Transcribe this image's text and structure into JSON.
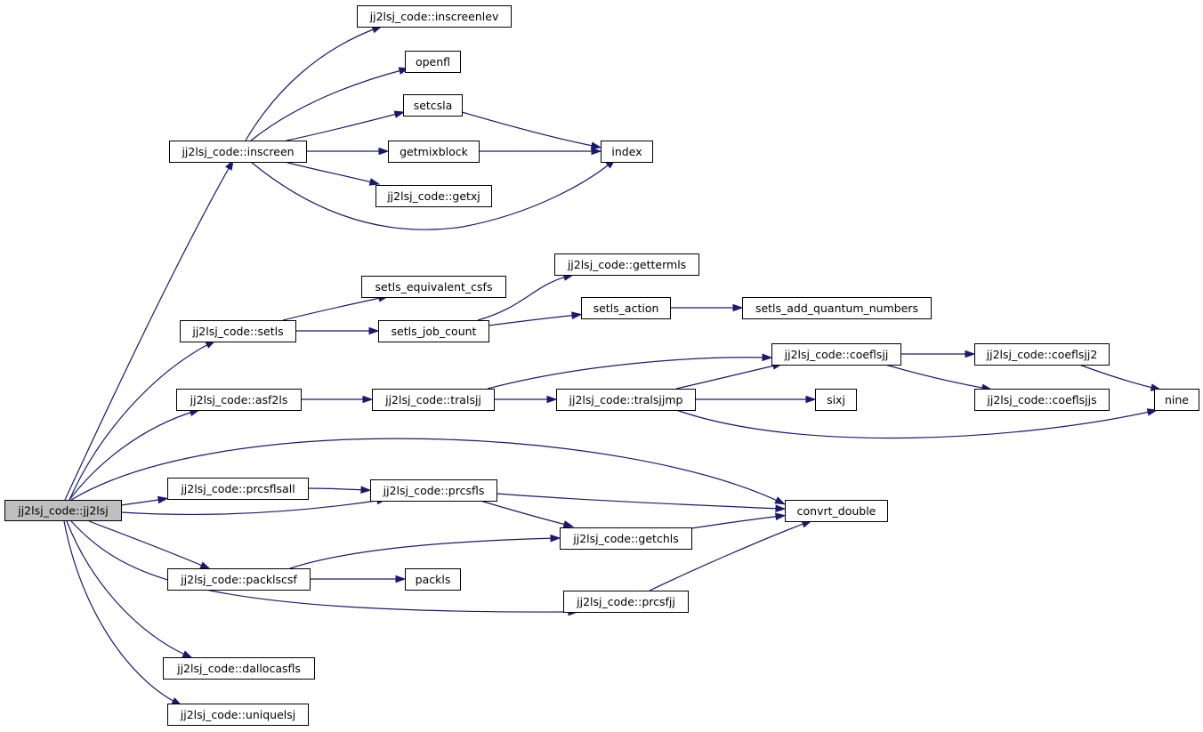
{
  "graph": {
    "nodes": [
      {
        "id": "jj2lsj",
        "label": "jj2lsj_code::jj2lsj",
        "root": true
      },
      {
        "id": "inscreenlev",
        "label": "jj2lsj_code::inscreenlev"
      },
      {
        "id": "openfl",
        "label": "openfl"
      },
      {
        "id": "setcsla",
        "label": "setcsla"
      },
      {
        "id": "inscreen",
        "label": "jj2lsj_code::inscreen"
      },
      {
        "id": "getmixblock",
        "label": "getmixblock"
      },
      {
        "id": "index",
        "label": "index"
      },
      {
        "id": "getxj",
        "label": "jj2lsj_code::getxj"
      },
      {
        "id": "gettermls",
        "label": "jj2lsj_code::gettermls"
      },
      {
        "id": "setls_equivalent_csfs",
        "label": "setls_equivalent_csfs"
      },
      {
        "id": "setls_action",
        "label": "setls_action"
      },
      {
        "id": "setls_add_quantum_numbers",
        "label": "setls_add_quantum_numbers"
      },
      {
        "id": "setls",
        "label": "jj2lsj_code::setls"
      },
      {
        "id": "setls_job_count",
        "label": "setls_job_count"
      },
      {
        "id": "coeflsjj",
        "label": "jj2lsj_code::coeflsjj"
      },
      {
        "id": "coeflsjj2",
        "label": "jj2lsj_code::coeflsjj2"
      },
      {
        "id": "asf2ls",
        "label": "jj2lsj_code::asf2ls"
      },
      {
        "id": "tralsjj",
        "label": "jj2lsj_code::tralsjj"
      },
      {
        "id": "tralsjjmp",
        "label": "jj2lsj_code::tralsjjmp"
      },
      {
        "id": "sixj",
        "label": "sixj"
      },
      {
        "id": "coeflsjjs",
        "label": "jj2lsj_code::coeflsjjs"
      },
      {
        "id": "nine",
        "label": "nine"
      },
      {
        "id": "prcsflsall",
        "label": "jj2lsj_code::prcsflsall"
      },
      {
        "id": "prcsfls",
        "label": "jj2lsj_code::prcsfls"
      },
      {
        "id": "convrt_double",
        "label": "convrt_double"
      },
      {
        "id": "getchls",
        "label": "jj2lsj_code::getchls"
      },
      {
        "id": "packlscsf",
        "label": "jj2lsj_code::packlscsf"
      },
      {
        "id": "packls",
        "label": "packls"
      },
      {
        "id": "prcsfjj",
        "label": "jj2lsj_code::prcsfjj"
      },
      {
        "id": "dallocasfls",
        "label": "jj2lsj_code::dallocasfls"
      },
      {
        "id": "uniquelsj",
        "label": "jj2lsj_code::uniquelsj"
      }
    ],
    "edges": [
      [
        "jj2lsj",
        "inscreen"
      ],
      [
        "jj2lsj",
        "setls"
      ],
      [
        "jj2lsj",
        "asf2ls"
      ],
      [
        "jj2lsj",
        "convrt_double"
      ],
      [
        "jj2lsj",
        "prcsflsall"
      ],
      [
        "jj2lsj",
        "prcsfls"
      ],
      [
        "jj2lsj",
        "packlscsf"
      ],
      [
        "jj2lsj",
        "prcsfjj"
      ],
      [
        "jj2lsj",
        "dallocasfls"
      ],
      [
        "jj2lsj",
        "uniquelsj"
      ],
      [
        "inscreen",
        "inscreenlev"
      ],
      [
        "inscreen",
        "openfl"
      ],
      [
        "inscreen",
        "setcsla"
      ],
      [
        "inscreen",
        "getmixblock"
      ],
      [
        "inscreen",
        "getxj"
      ],
      [
        "inscreen",
        "index"
      ],
      [
        "setcsla",
        "index"
      ],
      [
        "getmixblock",
        "index"
      ],
      [
        "setls",
        "setls_equivalent_csfs"
      ],
      [
        "setls",
        "setls_job_count"
      ],
      [
        "setls_job_count",
        "gettermls"
      ],
      [
        "setls_job_count",
        "setls_action"
      ],
      [
        "setls_action",
        "setls_add_quantum_numbers"
      ],
      [
        "asf2ls",
        "tralsjj"
      ],
      [
        "tralsjj",
        "coeflsjj"
      ],
      [
        "tralsjj",
        "tralsjjmp"
      ],
      [
        "tralsjjmp",
        "coeflsjj"
      ],
      [
        "tralsjjmp",
        "sixj"
      ],
      [
        "tralsjjmp",
        "nine"
      ],
      [
        "coeflsjj",
        "coeflsjj2"
      ],
      [
        "coeflsjj",
        "coeflsjjs"
      ],
      [
        "coeflsjj2",
        "nine"
      ],
      [
        "prcsflsall",
        "prcsfls"
      ],
      [
        "prcsfls",
        "convrt_double"
      ],
      [
        "prcsfls",
        "getchls"
      ],
      [
        "getchls",
        "convrt_double"
      ],
      [
        "packlscsf",
        "getchls"
      ],
      [
        "packlscsf",
        "packls"
      ],
      [
        "prcsfjj",
        "convrt_double"
      ]
    ]
  }
}
